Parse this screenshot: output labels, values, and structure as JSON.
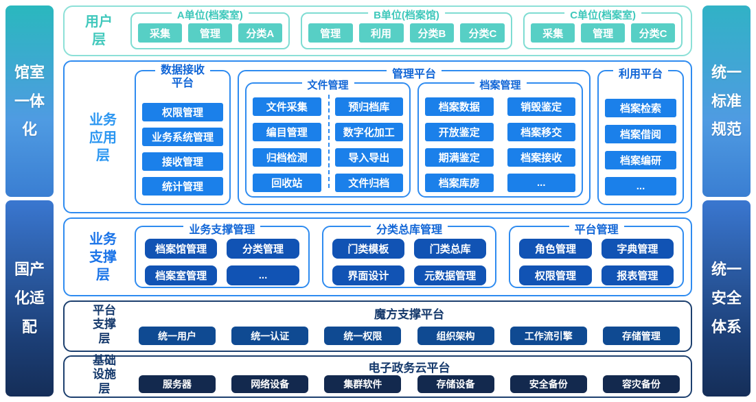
{
  "sidebars": {
    "left_top": "馆室一体化",
    "left_bottom": "国产化适配",
    "right_top": "统一标准规范",
    "right_bottom": "统一安全体系"
  },
  "user_layer": {
    "label": "用户层",
    "groups": [
      {
        "title": "A单位(档案室)",
        "buttons": [
          "采集",
          "管理",
          "分类A"
        ]
      },
      {
        "title": "B单位(档案馆)",
        "buttons": [
          "管理",
          "利用",
          "分类B",
          "分类C"
        ]
      },
      {
        "title": "C单位(档案室)",
        "buttons": [
          "采集",
          "管理",
          "分类C"
        ]
      }
    ]
  },
  "app_layer": {
    "label": "业务应用层",
    "data_receive": {
      "title": "数据接收平台",
      "buttons": [
        "权限管理",
        "业务系统管理",
        "接收管理",
        "统计管理"
      ]
    },
    "mgmt": {
      "title": "管理平台",
      "file": {
        "title": "文件管理",
        "col1": [
          "文件采集",
          "编目管理",
          "归档检测",
          "回收站"
        ],
        "col2": [
          "预归档库",
          "数字化加工",
          "导入导出",
          "文件归档"
        ]
      },
      "archive": {
        "title": "档案管理",
        "col1": [
          "档案数据",
          "开放鉴定",
          "期满鉴定",
          "档案库房"
        ],
        "col2": [
          "销毁鉴定",
          "档案移交",
          "档案接收",
          "..."
        ]
      }
    },
    "use": {
      "title": "利用平台",
      "buttons": [
        "档案检索",
        "档案借阅",
        "档案编研",
        "..."
      ]
    }
  },
  "support_layer": {
    "label": "业务支撑层",
    "groups": [
      {
        "title": "业务支撑管理",
        "buttons": [
          "档案馆管理",
          "分类管理",
          "档案室管理",
          "..."
        ]
      },
      {
        "title": "分类总库管理",
        "buttons": [
          "门类模板",
          "门类总库",
          "界面设计",
          "元数据管理"
        ]
      },
      {
        "title": "平台管理",
        "buttons": [
          "角色管理",
          "字典管理",
          "权限管理",
          "报表管理"
        ]
      }
    ]
  },
  "platform_layer": {
    "label": "平台支撑层",
    "title": "魔方支撑平台",
    "buttons": [
      "统一用户",
      "统一认证",
      "统一权限",
      "组织架构",
      "工作流引擎",
      "存储管理"
    ]
  },
  "infra_layer": {
    "label": "基础设施层",
    "title": "电子政务云平台",
    "buttons": [
      "服务器",
      "网络设备",
      "集群软件",
      "存储设备",
      "安全备份",
      "容灾备份"
    ]
  },
  "colors": {
    "teal_button": "#57cfc5",
    "teal_border": "#7edcd2",
    "teal_title": "#3fc8bb",
    "blue_button": "#1b80ea",
    "blue_border": "#2e8bf0",
    "blue_title": "#1065d6",
    "mid_blue_button": "#1153b4",
    "navy_button": "#0f4a92",
    "dark_navy_button": "#13294e",
    "navy_border": "#1c3f6e",
    "navy_title": "#14386b"
  }
}
